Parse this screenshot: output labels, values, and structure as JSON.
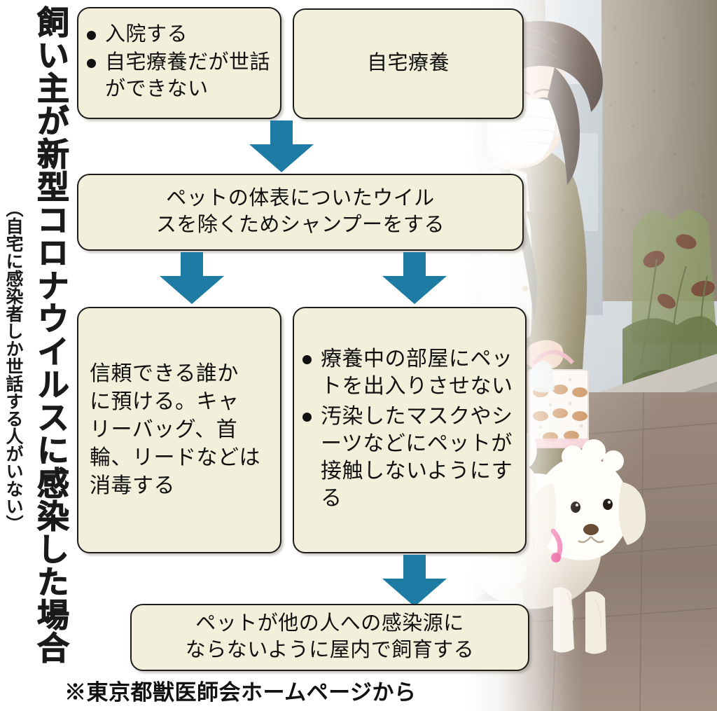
{
  "title": {
    "main": "飼い主が新型コロナウイルスに感染した場合",
    "sub": "（自宅に感染者しか世話する人がいない）"
  },
  "colors": {
    "arrow": "#1e7ba4",
    "box_fill": "#f2f0da",
    "box_border": "#1d1d1b",
    "text": "#101010"
  },
  "boxes": {
    "hospital": {
      "bullets": [
        "入院する",
        "自宅療養だが世話ができない"
      ]
    },
    "homecare": {
      "text": "自宅療養"
    },
    "shampoo": {
      "line1": "ペットの体表についたウイル",
      "line2": "スを除くためシャンプーをする"
    },
    "entrust": {
      "line1": "信頼できる誰か",
      "line2": "に預ける。キャ",
      "line3": "リーバッグ、首",
      "line4": "輪、リードなどは",
      "line5": "消毒する"
    },
    "isolate": {
      "bullets": [
        "療養中の部屋にペットを出入りさせない",
        "汚染したマスクやシーツなどにペットが接触しないようにする"
      ]
    },
    "indoor": {
      "line1": "ペットが他の人への感染源に",
      "line2": "ならないように屋内で飼育する"
    }
  },
  "arrows": {
    "top_to_shampoo": "down-arrow-icon",
    "shampoo_to_entrust": "down-arrow-icon",
    "shampoo_to_isolate": "down-arrow-icon",
    "isolate_to_indoor": "down-arrow-icon"
  },
  "source_note": "※東京都獣医師会ホームページから",
  "photo": {
    "caption_alt": "マスクをした女性が白いトイプードルをピンクのリードで散歩させている写真"
  }
}
